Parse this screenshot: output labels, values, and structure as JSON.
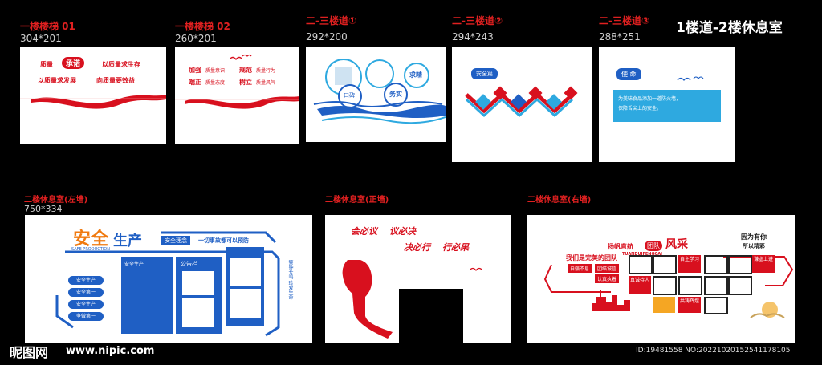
{
  "header_title": "1楼道-2楼休息室",
  "top_panels": [
    {
      "label": "一楼楼梯 01",
      "dim": "304*201"
    },
    {
      "label": "一楼楼梯 02",
      "dim": "260*201"
    },
    {
      "label": "二-三楼道①",
      "dim": "292*200"
    },
    {
      "label": "二-三楼道②",
      "dim": "294*243"
    },
    {
      "label": "二-三楼道③",
      "dim": "288*251"
    }
  ],
  "bottom_panels": [
    {
      "label": "二楼休息室(左墙)",
      "dim": "750*334"
    },
    {
      "label": "二楼休息室(正墙)",
      "dim": ""
    },
    {
      "label": "二楼休息室(右墙)",
      "dim": ""
    }
  ],
  "p1": {
    "t1": "质量",
    "t2": "承诺",
    "t3": "以质量求生存",
    "t4": "以质量求发展",
    "t5": "向质量要效益"
  },
  "p2": {
    "a1": "加强",
    "a2": "质量意识",
    "a3": "规范",
    "a4": "质量行为",
    "b1": "端正",
    "b2": "质量态度",
    "b3": "树立",
    "b4": "质量风气"
  },
  "p3": {
    "c1": "口碑",
    "c2": "务实",
    "c3": "求精"
  },
  "p4": {
    "title": "安全篇"
  },
  "p5": {
    "title": "使 命",
    "line1": "为美味食品添加一道防火墙，",
    "line2": "保障舌尖上的安全。"
  },
  "left_wall": {
    "title_a": "安全",
    "title_b": "生产",
    "title_en": "SAFE PRODUCTION",
    "concept": "安全理念",
    "slogan": "一切事故都可以预防",
    "board1": "安全生产",
    "board2": "公告栏",
    "buttons": [
      "安全生产",
      "安全第一",
      "安全生产",
      "争做第一"
    ],
    "vertical": "警钟长鸣 珍爱生命"
  },
  "front_wall": {
    "s1": "会必议",
    "s2": "议必决",
    "s3": "决必行",
    "s4": "行必果"
  },
  "right_wall": {
    "slogan": "我们是完美的团队",
    "mid": "扬帆直航",
    "team": "团队",
    "fengcai": "风采",
    "pinyin": "TUANDUIFENGCAI",
    "corner1": "因为有你",
    "corner2": "所以精彩",
    "c1": "自强不息",
    "c2": "团结诚信",
    "c3": "认真执着",
    "b1": "自主学习",
    "b2": "真诚待人",
    "b3": "共铸辉煌",
    "b4": "谦虚上进"
  },
  "watermark": {
    "logo": "昵图网",
    "url": "www.nipic.com",
    "id": "ID:19481558 NO:20221020152541178105"
  },
  "colors": {
    "red": "#d8101e",
    "blue": "#1f5fc4",
    "cyan": "#2ea9e0"
  }
}
